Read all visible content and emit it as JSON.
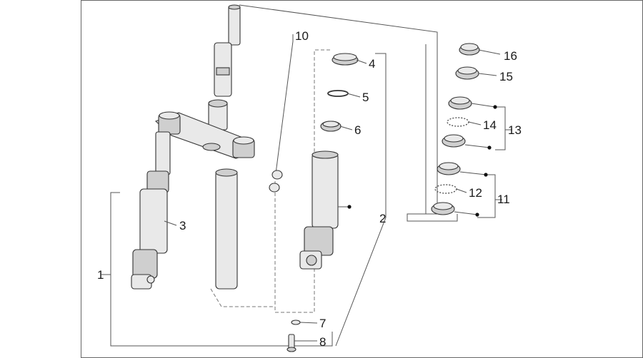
{
  "diagram": {
    "labels": {
      "l1": "1",
      "l2": "2",
      "l3": "3",
      "l4": "4",
      "l5": "5",
      "l6": "6",
      "l7": "7",
      "l8": "8",
      "l10": "10",
      "l11": "11",
      "l12": "12",
      "l13": "13",
      "l14": "14",
      "l15": "15",
      "l16": "16"
    }
  }
}
